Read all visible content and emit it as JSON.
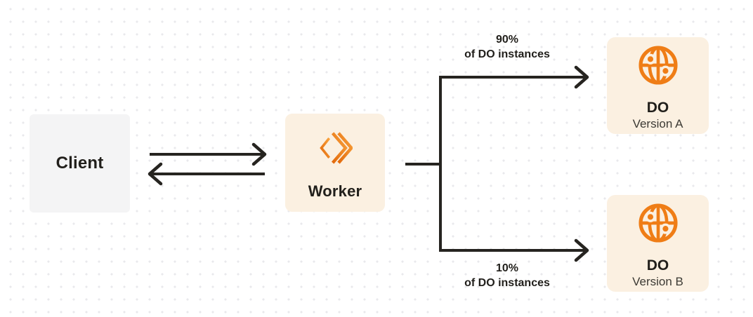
{
  "nodes": {
    "client": {
      "label": "Client"
    },
    "worker": {
      "label": "Worker"
    },
    "do_version_a": {
      "title": "DO",
      "subtitle": "Version A"
    },
    "do_version_b": {
      "title": "DO",
      "subtitle": "Version B"
    }
  },
  "edges": {
    "top_branch": {
      "percent": "90%",
      "caption": "of DO instances"
    },
    "bottom_branch": {
      "percent": "10%",
      "caption": "of DO instances"
    }
  },
  "icons": {
    "worker": "cloudflare-workers-logo-icon",
    "durable_object": "globe-icon"
  },
  "colors": {
    "accent_orange": "#EF7D16",
    "worker_gradient_start": "#E2690B",
    "worker_gradient_end": "#F9A23C",
    "cream_box": "#FBF0E1",
    "gray_box": "#F4F4F5",
    "line_dark": "#262420",
    "text_primary": "#211F1B",
    "text_secondary": "#3C3A34",
    "dot_grid": "#E9E9EC",
    "background": "#FFFFFF"
  }
}
